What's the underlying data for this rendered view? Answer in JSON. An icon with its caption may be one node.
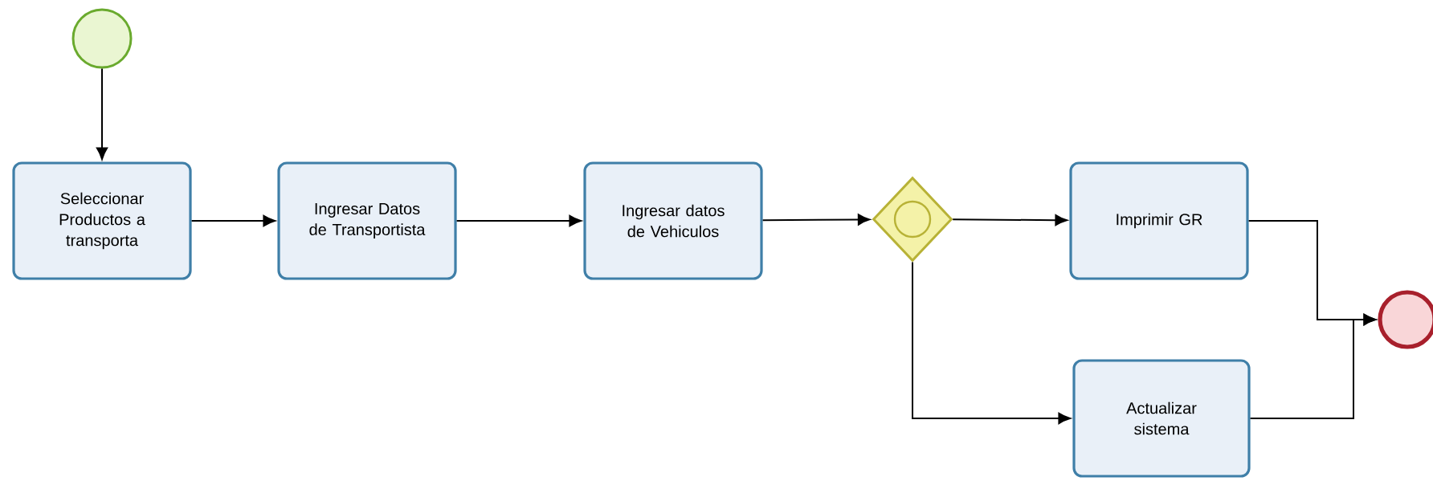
{
  "diagram": {
    "nodes": [
      {
        "text": [],
        "shape": "circle"
      },
      {
        "text": [
          "Seleccionar Productos a transporta"
        ]
      },
      {
        "text": [
          "Ingresar Datos de Transportista"
        ]
      },
      {
        "text": [
          "Ingresar datos de Vehiculos"
        ]
      },
      {
        "text": [],
        "shape": "diamond"
      },
      {
        "text": [
          "Imprimir GR"
        ]
      },
      {
        "text": [
          "Actualizar sistema"
        ]
      },
      {
        "text": [],
        "shape": "circle"
      }
    ],
    "edges": [
      {
        "from": 0,
        "to": 1,
        "arrow": "to"
      },
      {
        "from": 1,
        "to": 2,
        "arrow": "to"
      },
      {
        "from": 2,
        "to": 3,
        "arrow": "to"
      },
      {
        "from": 3,
        "to": 4,
        "arrow": "to"
      },
      {
        "from": 4,
        "to": 5,
        "arrow": "to"
      },
      {
        "from": 4,
        "to": 6,
        "arrow": "to"
      },
      {
        "from": 5,
        "to": 7,
        "arrow": "to"
      },
      {
        "from": 6,
        "to": 7,
        "arrow": "to"
      }
    ]
  }
}
